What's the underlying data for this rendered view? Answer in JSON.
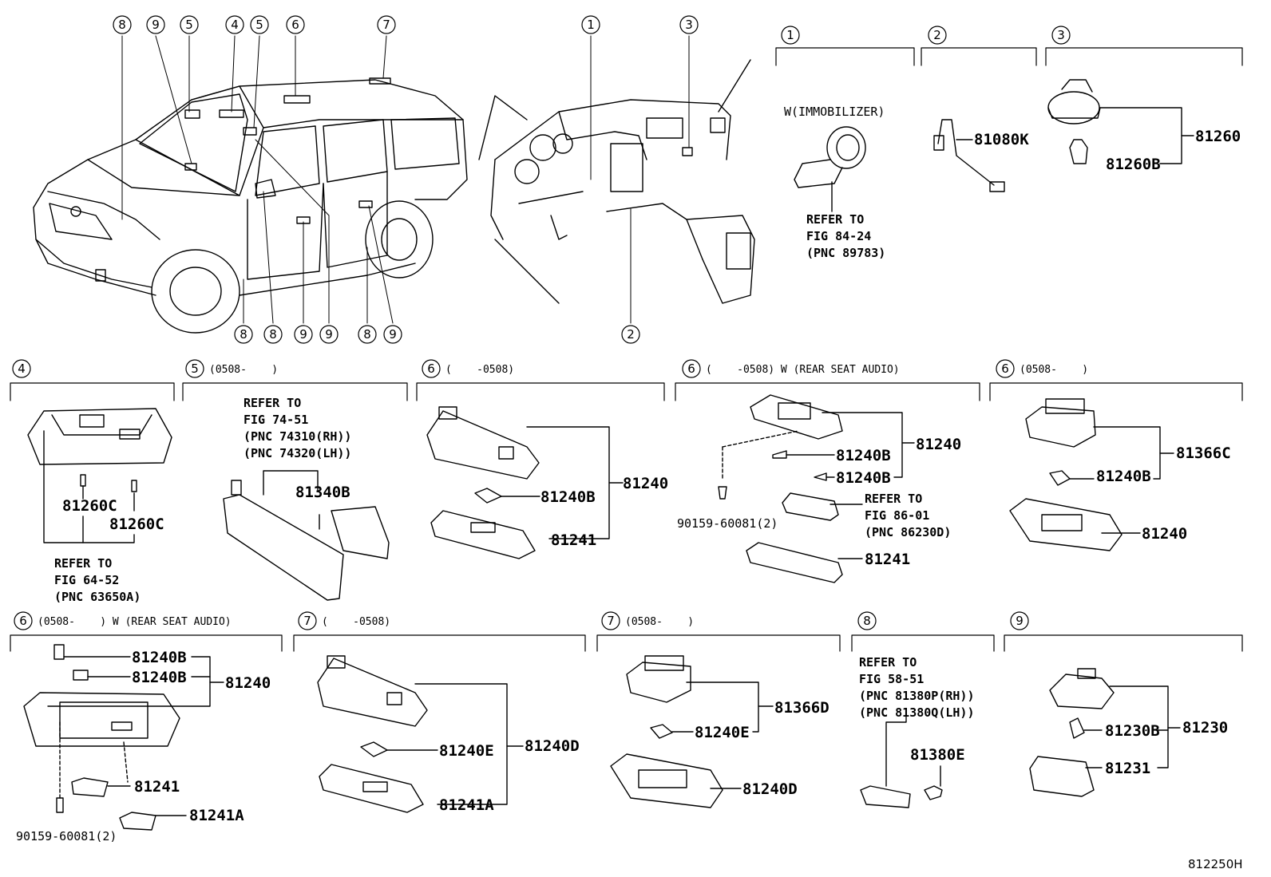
{
  "overview": {
    "car_callouts": [
      "8",
      "9",
      "5",
      "4",
      "5",
      "6",
      "7",
      "8",
      "8",
      "9",
      "9",
      "8",
      "9"
    ],
    "dash_callouts": [
      "1",
      "3",
      "2"
    ]
  },
  "panels": [
    {
      "num": "1",
      "header": "",
      "lines": [
        "W(IMMOBILIZER)",
        "REFER TO",
        "FIG 84-24",
        "(PNC 89783)"
      ]
    },
    {
      "num": "2",
      "header": "",
      "parts": [
        "81080K"
      ]
    },
    {
      "num": "3",
      "header": "",
      "parts": [
        "81260",
        "81260B"
      ]
    },
    {
      "num": "4",
      "header": "",
      "parts": [
        "81260C",
        "81260C"
      ],
      "lines": [
        "REFER TO",
        "FIG 64-52",
        "(PNC 63650A)"
      ]
    },
    {
      "num": "5",
      "header": "(0508-    )",
      "parts": [
        "81340B"
      ],
      "lines": [
        "REFER TO",
        "FIG 74-51",
        "(PNC 74310(RH))",
        "(PNC 74320(LH))"
      ]
    },
    {
      "num": "6",
      "header": "(    -0508)",
      "parts": [
        "81240",
        "81240B",
        "81241"
      ]
    },
    {
      "num": "6",
      "header": "(    -0508) W (REAR SEAT AUDIO)",
      "parts": [
        "81240",
        "81240B",
        "81240B",
        "81241",
        "90159-60081(2)"
      ],
      "lines": [
        "REFER TO",
        "FIG 86-01",
        "(PNC 86230D)"
      ]
    },
    {
      "num": "6",
      "header": "(0508-    )",
      "parts": [
        "81366C",
        "81240B",
        "81240"
      ]
    },
    {
      "num": "6",
      "header": "(0508-    ) W (REAR SEAT AUDIO)",
      "parts": [
        "81240B",
        "81240B",
        "81240",
        "81241",
        "81241A",
        "90159-60081(2)"
      ]
    },
    {
      "num": "7",
      "header": "(    -0508)",
      "parts": [
        "81240E",
        "81240D",
        "81241A"
      ]
    },
    {
      "num": "7",
      "header": "(0508-    )",
      "parts": [
        "81366D",
        "81240E",
        "81240D"
      ]
    },
    {
      "num": "8",
      "header": "",
      "parts": [
        "81380E"
      ],
      "lines": [
        "REFER TO",
        "FIG 58-51",
        "(PNC 81380P(RH))",
        "(PNC 81380Q(LH))"
      ]
    },
    {
      "num": "9",
      "header": "",
      "parts": [
        "81230B",
        "81230",
        "81231"
      ]
    }
  ],
  "figure_code": "812250H"
}
